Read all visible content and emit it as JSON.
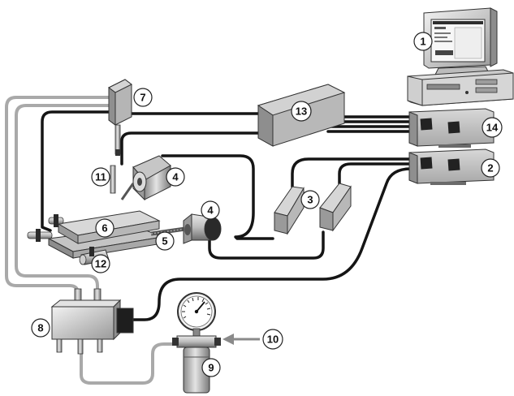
{
  "diagram": {
    "labels": [
      {
        "id": "computer",
        "text": "1"
      },
      {
        "id": "card-lower",
        "text": "2"
      },
      {
        "id": "amplifier",
        "text": "3"
      },
      {
        "id": "motor",
        "text": "4"
      },
      {
        "id": "leadscrew",
        "text": "5"
      },
      {
        "id": "stage",
        "text": "6"
      },
      {
        "id": "sensor-box",
        "text": "7"
      },
      {
        "id": "valve-block",
        "text": "8"
      },
      {
        "id": "filter",
        "text": "9"
      },
      {
        "id": "air-supply",
        "text": "10"
      },
      {
        "id": "probe",
        "text": "11"
      },
      {
        "id": "cylinder",
        "text": "12"
      },
      {
        "id": "interface-box",
        "text": "13"
      },
      {
        "id": "card-upper",
        "text": "14"
      }
    ]
  }
}
